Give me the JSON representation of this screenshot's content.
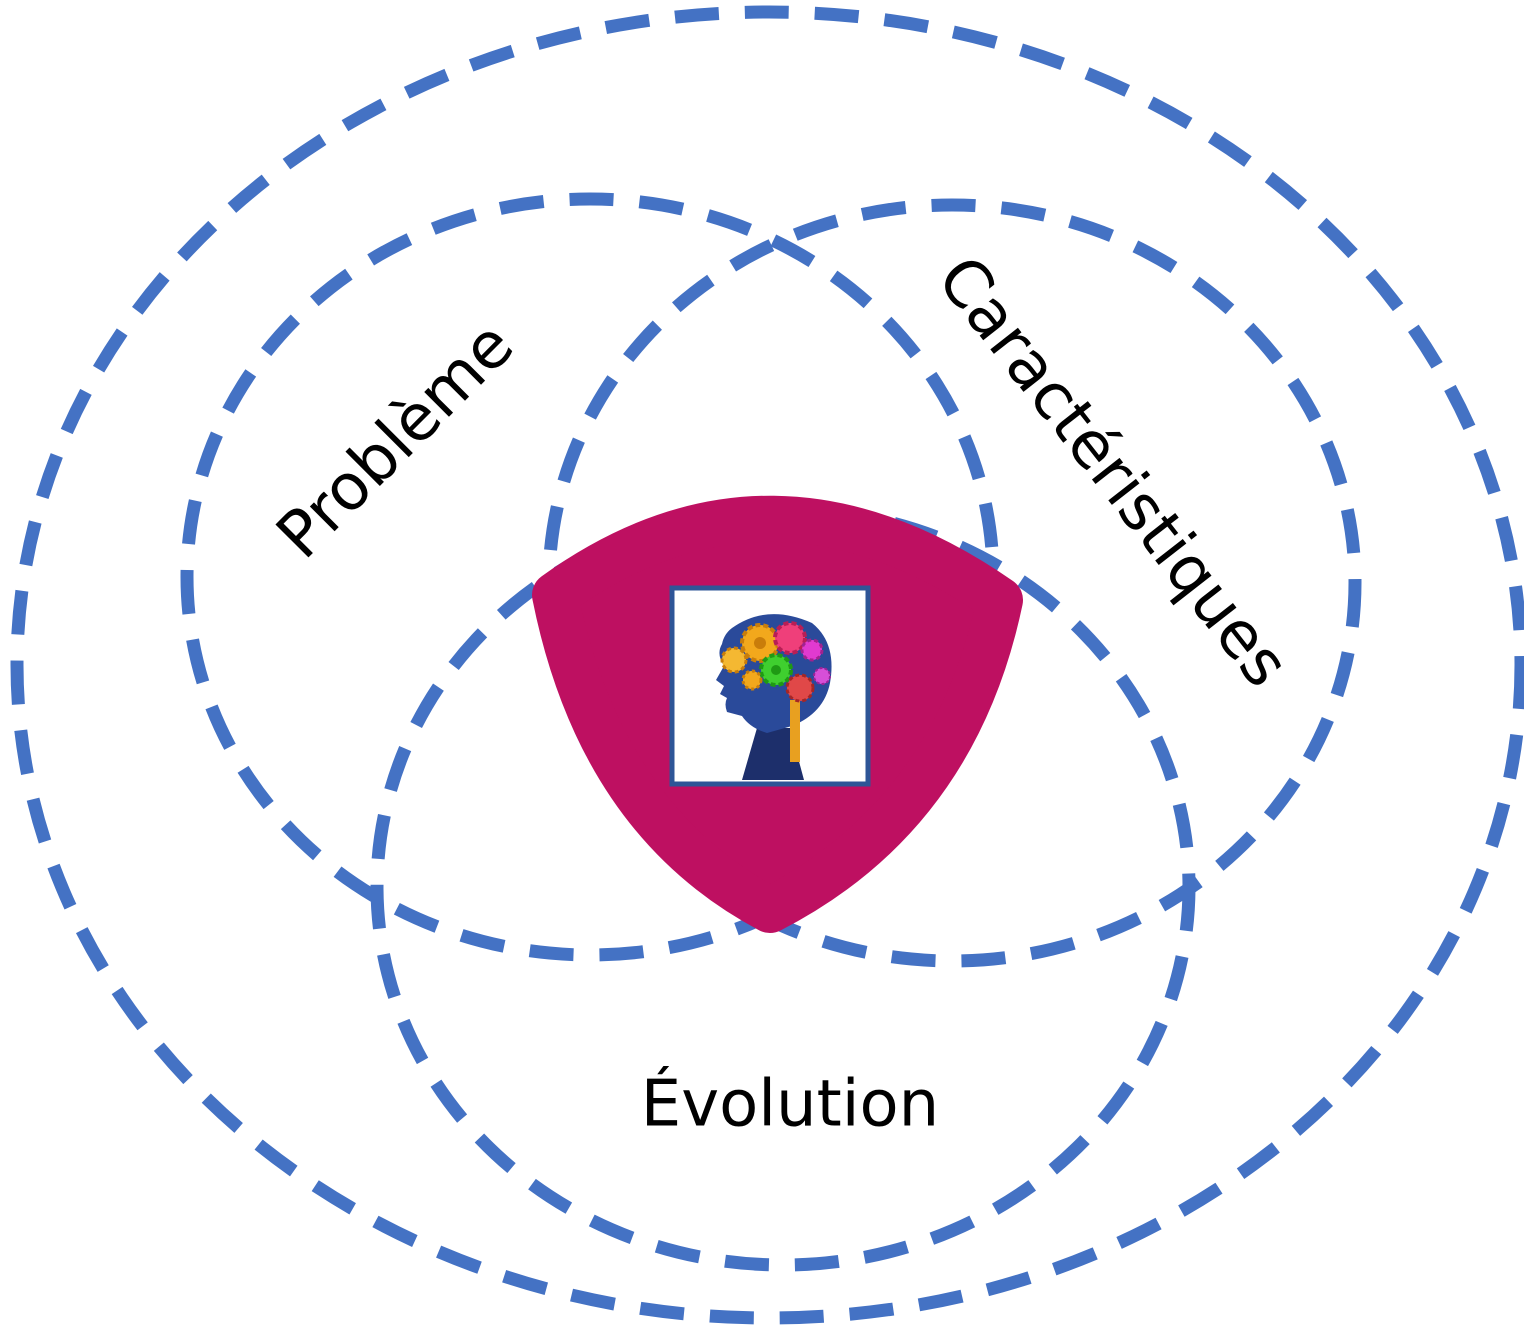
{
  "colors": {
    "ring": "#4472C4",
    "center": "#BE1061",
    "frame": "#2E5597",
    "label": "#000000"
  },
  "labels": {
    "probleme": "Problème",
    "caracteristiques": "Caractéristiques",
    "evolution": "Évolution"
  },
  "icons": {
    "center_image": "head-with-gears-icon"
  }
}
